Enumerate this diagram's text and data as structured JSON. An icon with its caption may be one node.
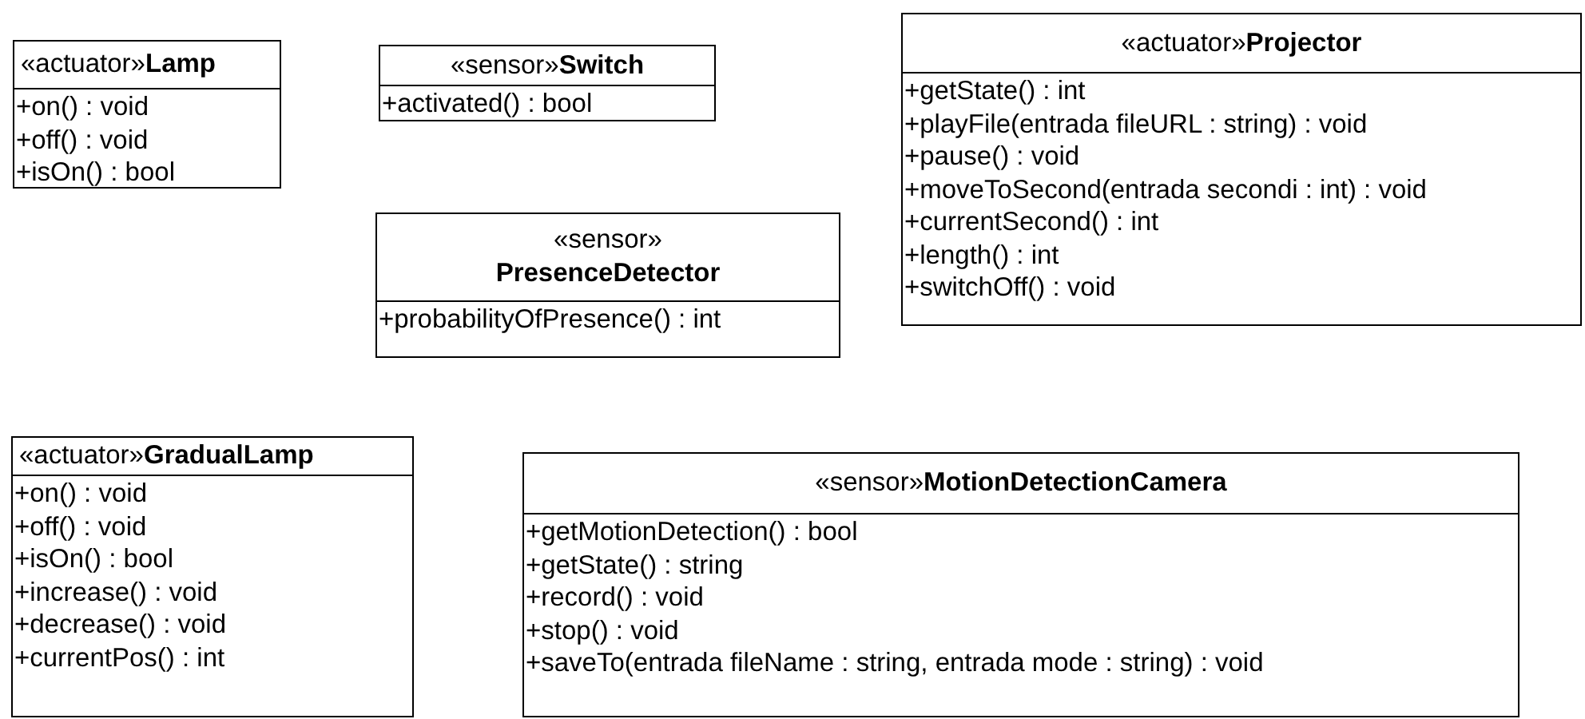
{
  "diagram": {
    "nodes": [
      {
        "text": [
          "«actuator»**Lamp**",
          "+on() : void",
          "+off() : void",
          "+isOn() : bool"
        ]
      },
      {
        "text": [
          "«sensor»**Switch**",
          "+activated() : bool"
        ]
      },
      {
        "text": [
          "«sensor» **PresenceDetector**",
          "+probabilityOfPresence() : int"
        ]
      },
      {
        "text": [
          "«actuator»**Projector**",
          "+getState() : int",
          "+playFile(entrada fileURL : string) : void",
          "+pause() : void",
          "+moveToSecond(entrada secondi : int) : void",
          "+currentSecond() : int",
          "+length() : int",
          "+switchOff() : void"
        ]
      },
      {
        "text": [
          "«actuator»**GradualLamp**",
          "+on() : void",
          "+off() : void",
          "+isOn() : bool",
          "+increase() : void",
          "+decrease() : void",
          "+currentPos() : int"
        ]
      },
      {
        "text": [
          "«sensor»**MotionDetectionCamera**",
          "+getMotionDetection() : bool",
          "+getState() : string",
          "+record() : void",
          "+stop() : void",
          "+saveTo(entrada fileName : string, entrada mode : string) : void"
        ]
      }
    ]
  }
}
